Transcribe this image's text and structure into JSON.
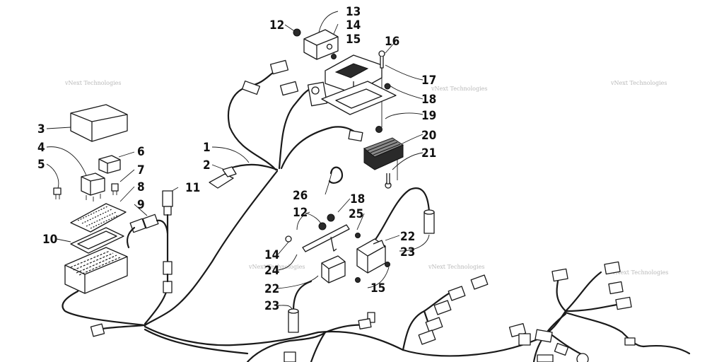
{
  "diagram": {
    "callouts": [
      "1",
      "2",
      "3",
      "4",
      "5",
      "6",
      "7",
      "8",
      "9",
      "10",
      "11",
      "12",
      "13",
      "14",
      "15",
      "16",
      "17",
      "18",
      "19",
      "20",
      "21",
      "22",
      "23",
      "24",
      "25",
      "26"
    ],
    "repeated_callouts": {
      "12b": "12",
      "14b": "14",
      "15b": "15",
      "18b": "18",
      "22b": "22",
      "23b": "23"
    },
    "watermark": "vNext Technologies"
  },
  "colors": {
    "ink": "#1a1a1a",
    "watermark": "#b9b9b9",
    "background": "#ffffff"
  }
}
